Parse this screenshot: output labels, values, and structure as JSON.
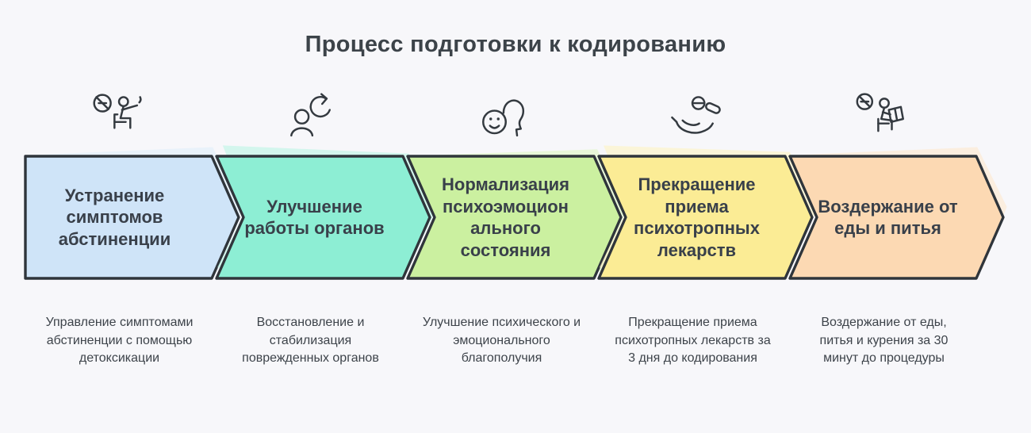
{
  "title": "Процесс подготовки к кодированию",
  "colors": {
    "background": "#f7f7fa",
    "outline": "#2f353b",
    "text": "#3b4148"
  },
  "steps": [
    {
      "heading": "Устранение симптомов абстиненции",
      "description": "Управление симптомами абстиненции с помощью детоксикации",
      "icon": "no-smoking-person-icon",
      "fill": "#cfe4f8",
      "highlight": "#e2effb"
    },
    {
      "heading": "Улучшение работы органов",
      "description": "Восстановление и стабилизация поврежденных органов",
      "icon": "person-refresh-icon",
      "fill": "#8deed4",
      "highlight": "#c0f6e7"
    },
    {
      "heading": "Нормализация психоэмоцион ального состояния",
      "description": "Улучшение психического и эмоционального благополучия",
      "icon": "head-smile-icon",
      "fill": "#cbf0a0",
      "highlight": "#e1f7c7"
    },
    {
      "heading": "Прекращение приема психотропных лекарств",
      "description": "Прекращение приема психотропных лекарств за 3 дня до кодирования",
      "icon": "hand-pills-icon",
      "fill": "#fbec95",
      "highlight": "#fdf5c6"
    },
    {
      "heading": "Воздержание от еды и питья",
      "description": "Воздержание от еды, питья и курения за 30 минут до процедуры",
      "icon": "person-fasting-icon",
      "fill": "#fcd9b3",
      "highlight": "#fdead1"
    }
  ]
}
